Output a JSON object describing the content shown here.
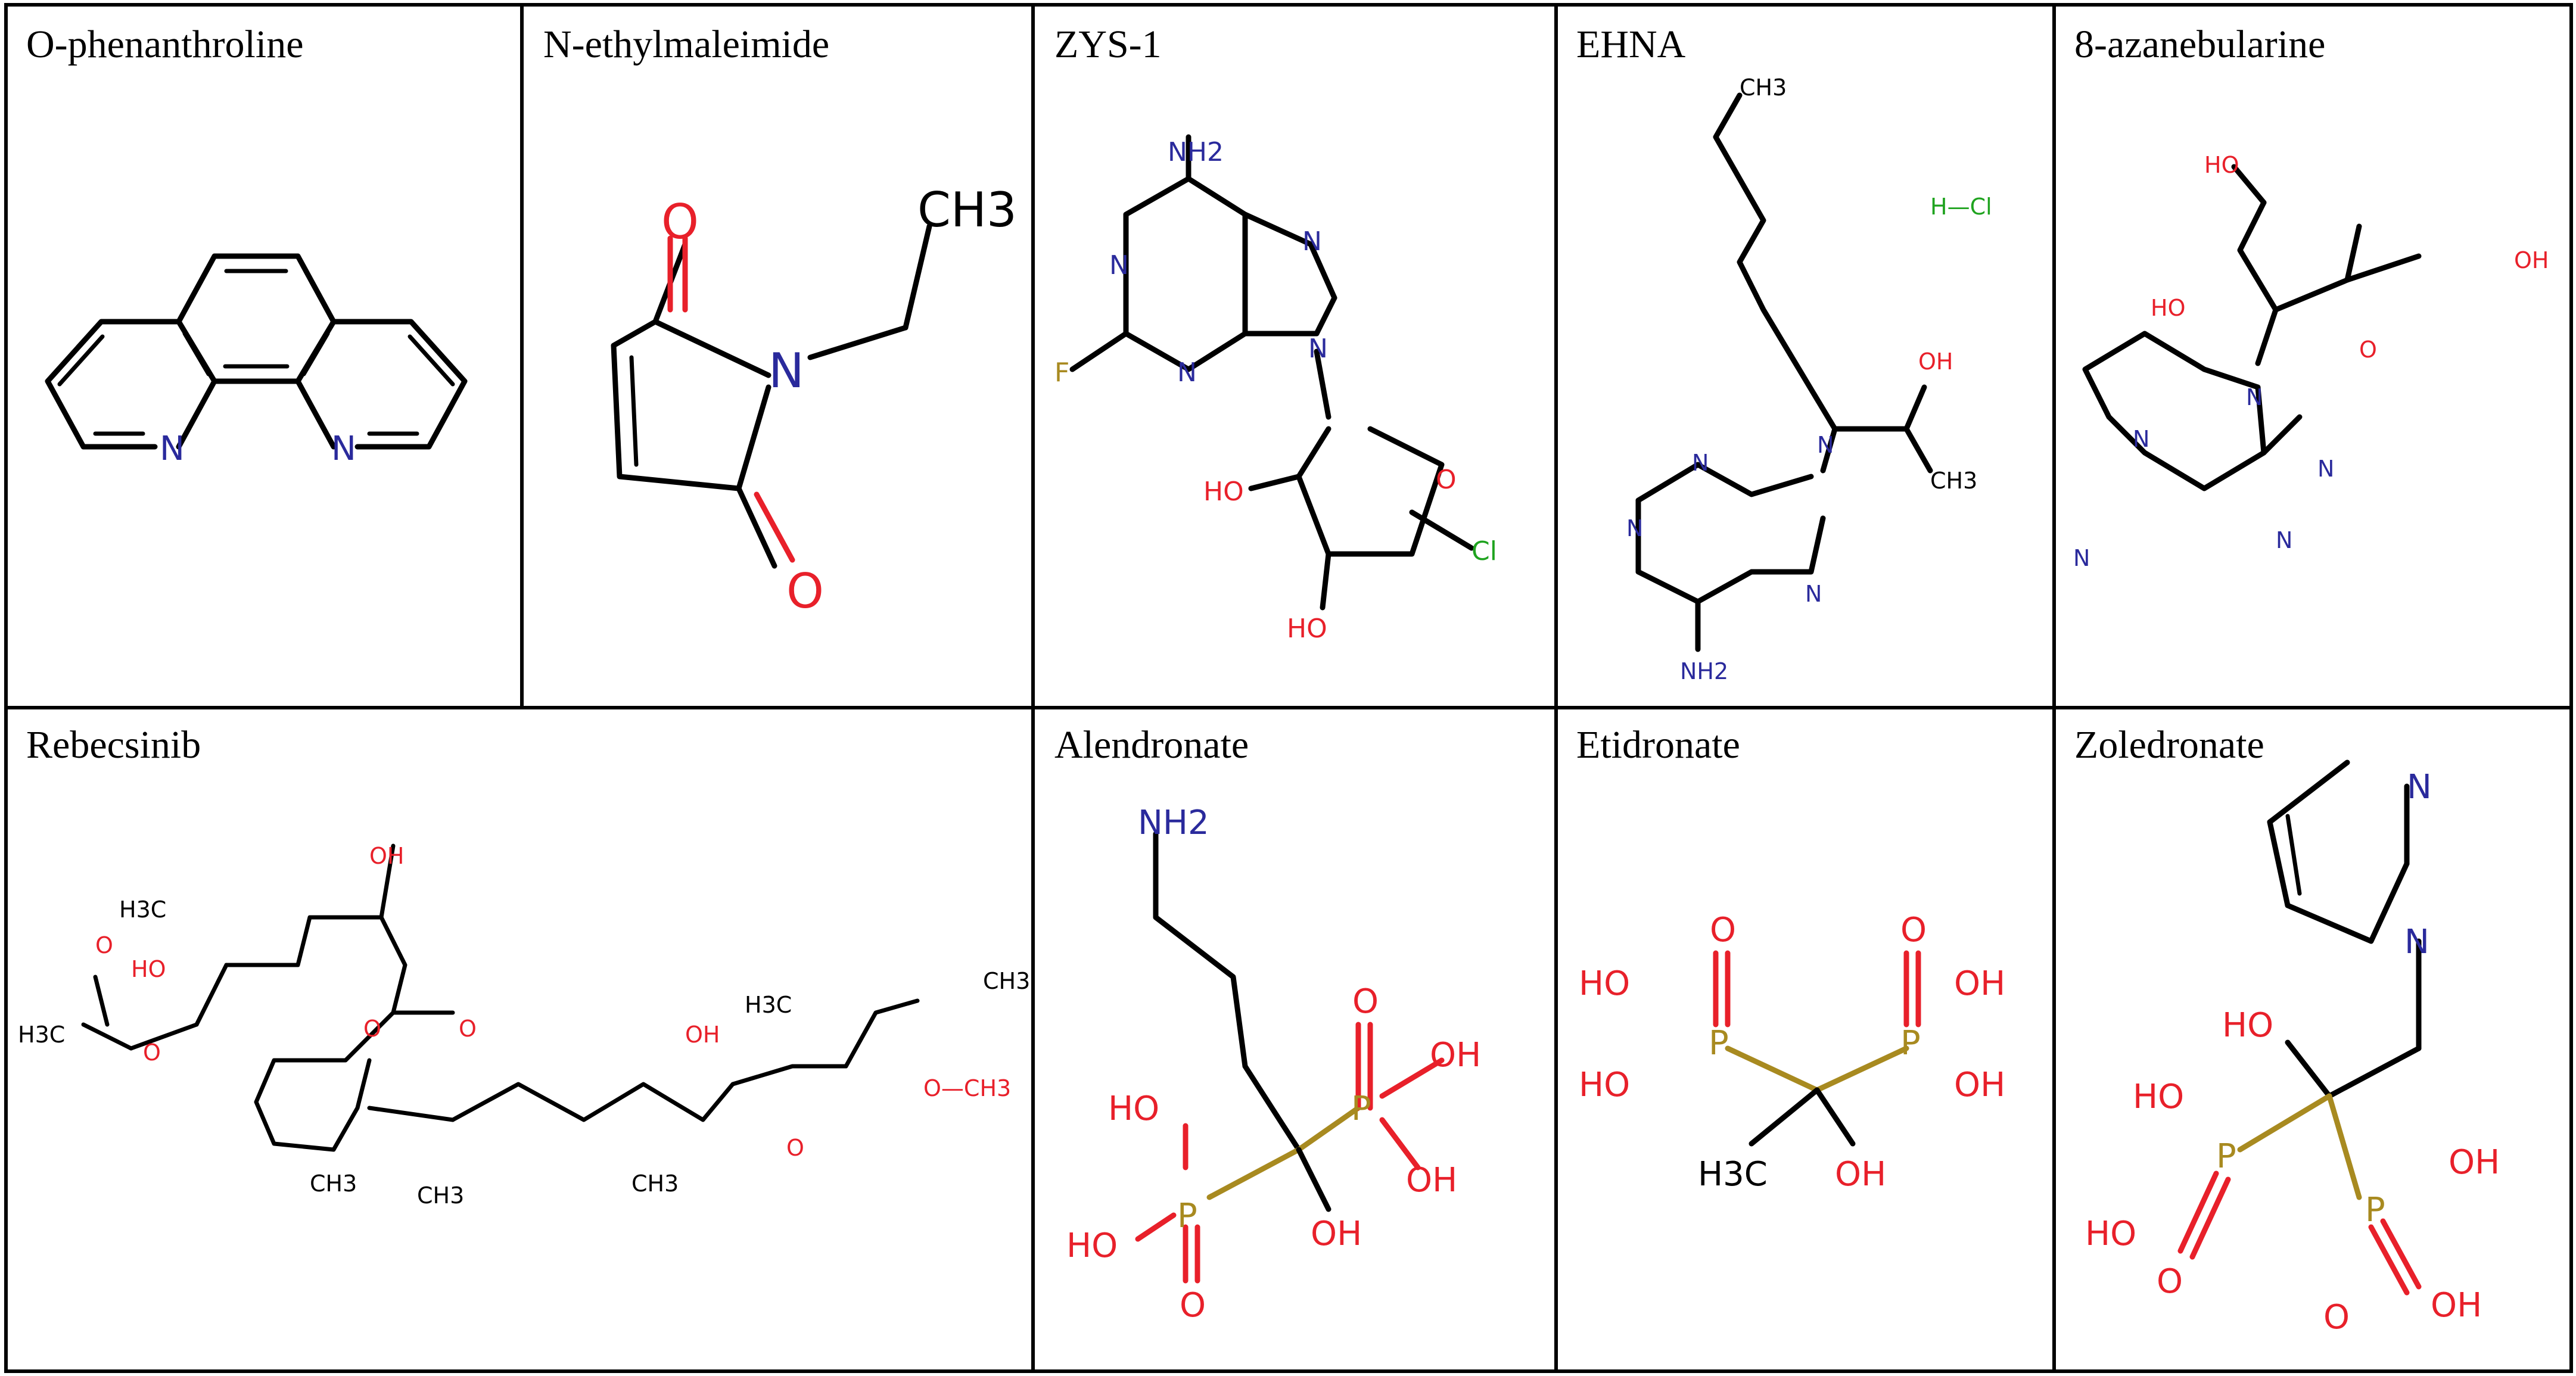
{
  "panels": [
    {
      "title": "O-phenanthroline"
    },
    {
      "title": "N-ethylmaleimide"
    },
    {
      "title": "ZYS-1"
    },
    {
      "title": "EHNA"
    },
    {
      "title": "8-azanebularine"
    },
    {
      "title": "Rebecsinib"
    },
    {
      "title": "Alendronate"
    },
    {
      "title": "Etidronate"
    },
    {
      "title": "Zoledronate"
    }
  ],
  "atom_labels": {
    "N": "N",
    "O": "O",
    "F": "F",
    "Cl": "Cl",
    "P": "P",
    "OH": "OH",
    "HO": "HO",
    "CH3": "CH3",
    "H3C": "H3C",
    "NH2": "NH2",
    "HCl": "H—Cl",
    "OCH3": "O—CH3"
  }
}
